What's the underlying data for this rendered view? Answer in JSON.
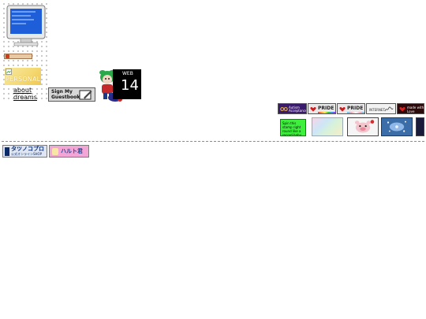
{
  "left_panel": {
    "monitor_alt": "",
    "mini_badge_label": "",
    "personal_label": "PERSONAL",
    "about_link": [
      "about",
      "dreams"
    ]
  },
  "guestbook_button": {
    "line1": "Sign My",
    "line2": "Guestbook!"
  },
  "web14": {
    "top": "WEB",
    "number": "14"
  },
  "buttons_row1": [
    {
      "name": "autism-acceptance-button",
      "label": "Autism Acceptance",
      "bg": "#3a1a6a",
      "fg": "#ffffff"
    },
    {
      "name": "pride-button-1",
      "label": "PRIDE",
      "bg": "#e8e8e8",
      "fg": "#222222"
    },
    {
      "name": "pride-button-2",
      "label": "PRIDE",
      "bg": "#e8e8e8",
      "fg": "#222222"
    },
    {
      "name": "internet-button",
      "label": "INTERNET",
      "bg": "#f2f2f2",
      "fg": "#333333"
    },
    {
      "name": "made-with-love-button",
      "label": "made with Love",
      "bg": "#2a0a0a",
      "fg": "#ffffff"
    }
  ],
  "buttons_row2": [
    {
      "name": "stamp-button",
      "label": "Spin this stamp right round like a record baby",
      "bg": "#3cf03c",
      "fg": "#0a0a0a"
    },
    {
      "name": "rainbow-button",
      "label": "",
      "bg": "#cde6f7",
      "fg": "#000000"
    },
    {
      "name": "pig-button",
      "label": "",
      "bg": "#f5f5f5",
      "fg": "#000000"
    },
    {
      "name": "blue-stars-button",
      "label": "",
      "bg": "#3b6ea8",
      "fg": "#000000"
    },
    {
      "name": "dark-button",
      "label": "",
      "bg": "#1a1a3a",
      "fg": "#000000"
    }
  ],
  "bottom_badges": [
    {
      "name": "tatsunokogo-badge",
      "label": "タツノコプロ",
      "sub": "公式オンラインSHOP",
      "bg": "#dfe6f2",
      "fg": "#0a2a6a"
    },
    {
      "name": "pink-badge",
      "label": "ハルト君",
      "sub": "",
      "bg": "#f3a6d6",
      "fg": "#1a4a9a"
    }
  ],
  "colors": {
    "dot_bg": "#b9b9b9",
    "divider": "#8a8a8a"
  }
}
